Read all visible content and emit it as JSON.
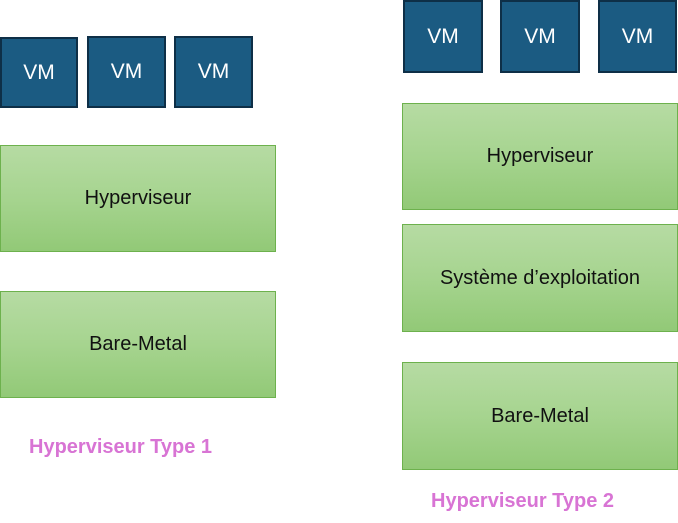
{
  "type1": {
    "vms": [
      "VM",
      "VM",
      "VM"
    ],
    "hypervisor_label": "Hyperviseur",
    "hardware_label": "Bare-Metal",
    "caption": "Hyperviseur Type 1"
  },
  "type2": {
    "vms": [
      "VM",
      "VM",
      "VM"
    ],
    "hypervisor_label": "Hyperviseur",
    "os_label": "Système d’exploitation",
    "hardware_label": "Bare-Metal",
    "caption": "Hyperviseur Type 2"
  },
  "colors": {
    "vm_fill": "#1b5b82",
    "vm_border": "#0e2f47",
    "layer_fill": "#a6d48f",
    "layer_border": "#6db14d",
    "caption": "#d874d4"
  }
}
